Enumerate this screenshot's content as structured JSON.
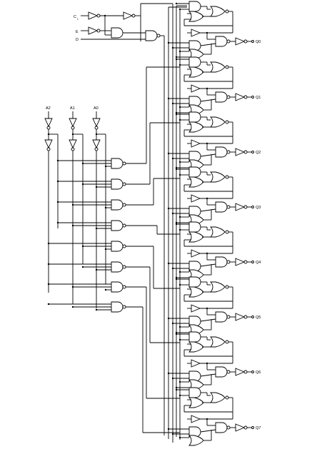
{
  "inputs": {
    "clear_main": "C",
    "clear_sub": "L",
    "enable": "E",
    "data": "D"
  },
  "address_inputs": [
    "A2",
    "A1",
    "A0"
  ],
  "outputs": [
    "Q0",
    "Q1",
    "Q2",
    "Q3",
    "Q4",
    "Q5",
    "Q6",
    "Q7"
  ]
}
